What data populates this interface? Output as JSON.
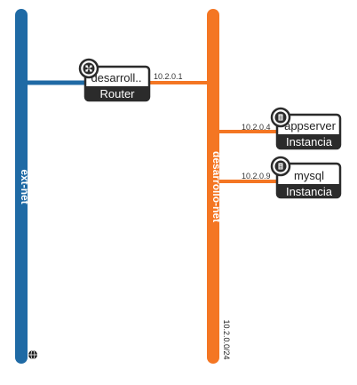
{
  "networks": {
    "ext_net": {
      "name": "ext-net",
      "color": "#1f6aa5",
      "icon": "globe-icon"
    },
    "desarrollo_net": {
      "name": "desarrollo-net",
      "cidr": "10.2.0.0/24",
      "color": "#f47623"
    }
  },
  "router": {
    "name": "desarroll..",
    "type_label": "Router",
    "icon": "router-icon",
    "port_ip": "10.2.0.1"
  },
  "instances": [
    {
      "name": "appserver",
      "type_label": "Instancia",
      "ip": "10.2.0.4",
      "icon": "server-icon"
    },
    {
      "name": "mysql",
      "type_label": "Instancia",
      "ip": "10.2.0.9",
      "icon": "server-icon"
    }
  ],
  "colors": {
    "node_border": "#2b2b2b",
    "node_footer": "#2b2b2b"
  }
}
